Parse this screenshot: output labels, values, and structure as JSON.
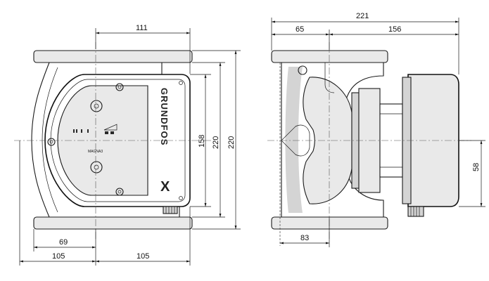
{
  "dimensions": {
    "front_width_top": "111",
    "front_height_inner": "158",
    "front_height_220a": "220",
    "front_height_220b": "220",
    "front_bottom_69": "69",
    "front_bottom_105_left": "105",
    "front_bottom_105_right": "105",
    "side_total": "221",
    "side_65": "65",
    "side_156": "156",
    "side_83": "83",
    "side_58": "58"
  },
  "labels": {
    "brand": "GRUNDFOS",
    "brand_mark": "X",
    "panel_small": "MAGNA3"
  }
}
